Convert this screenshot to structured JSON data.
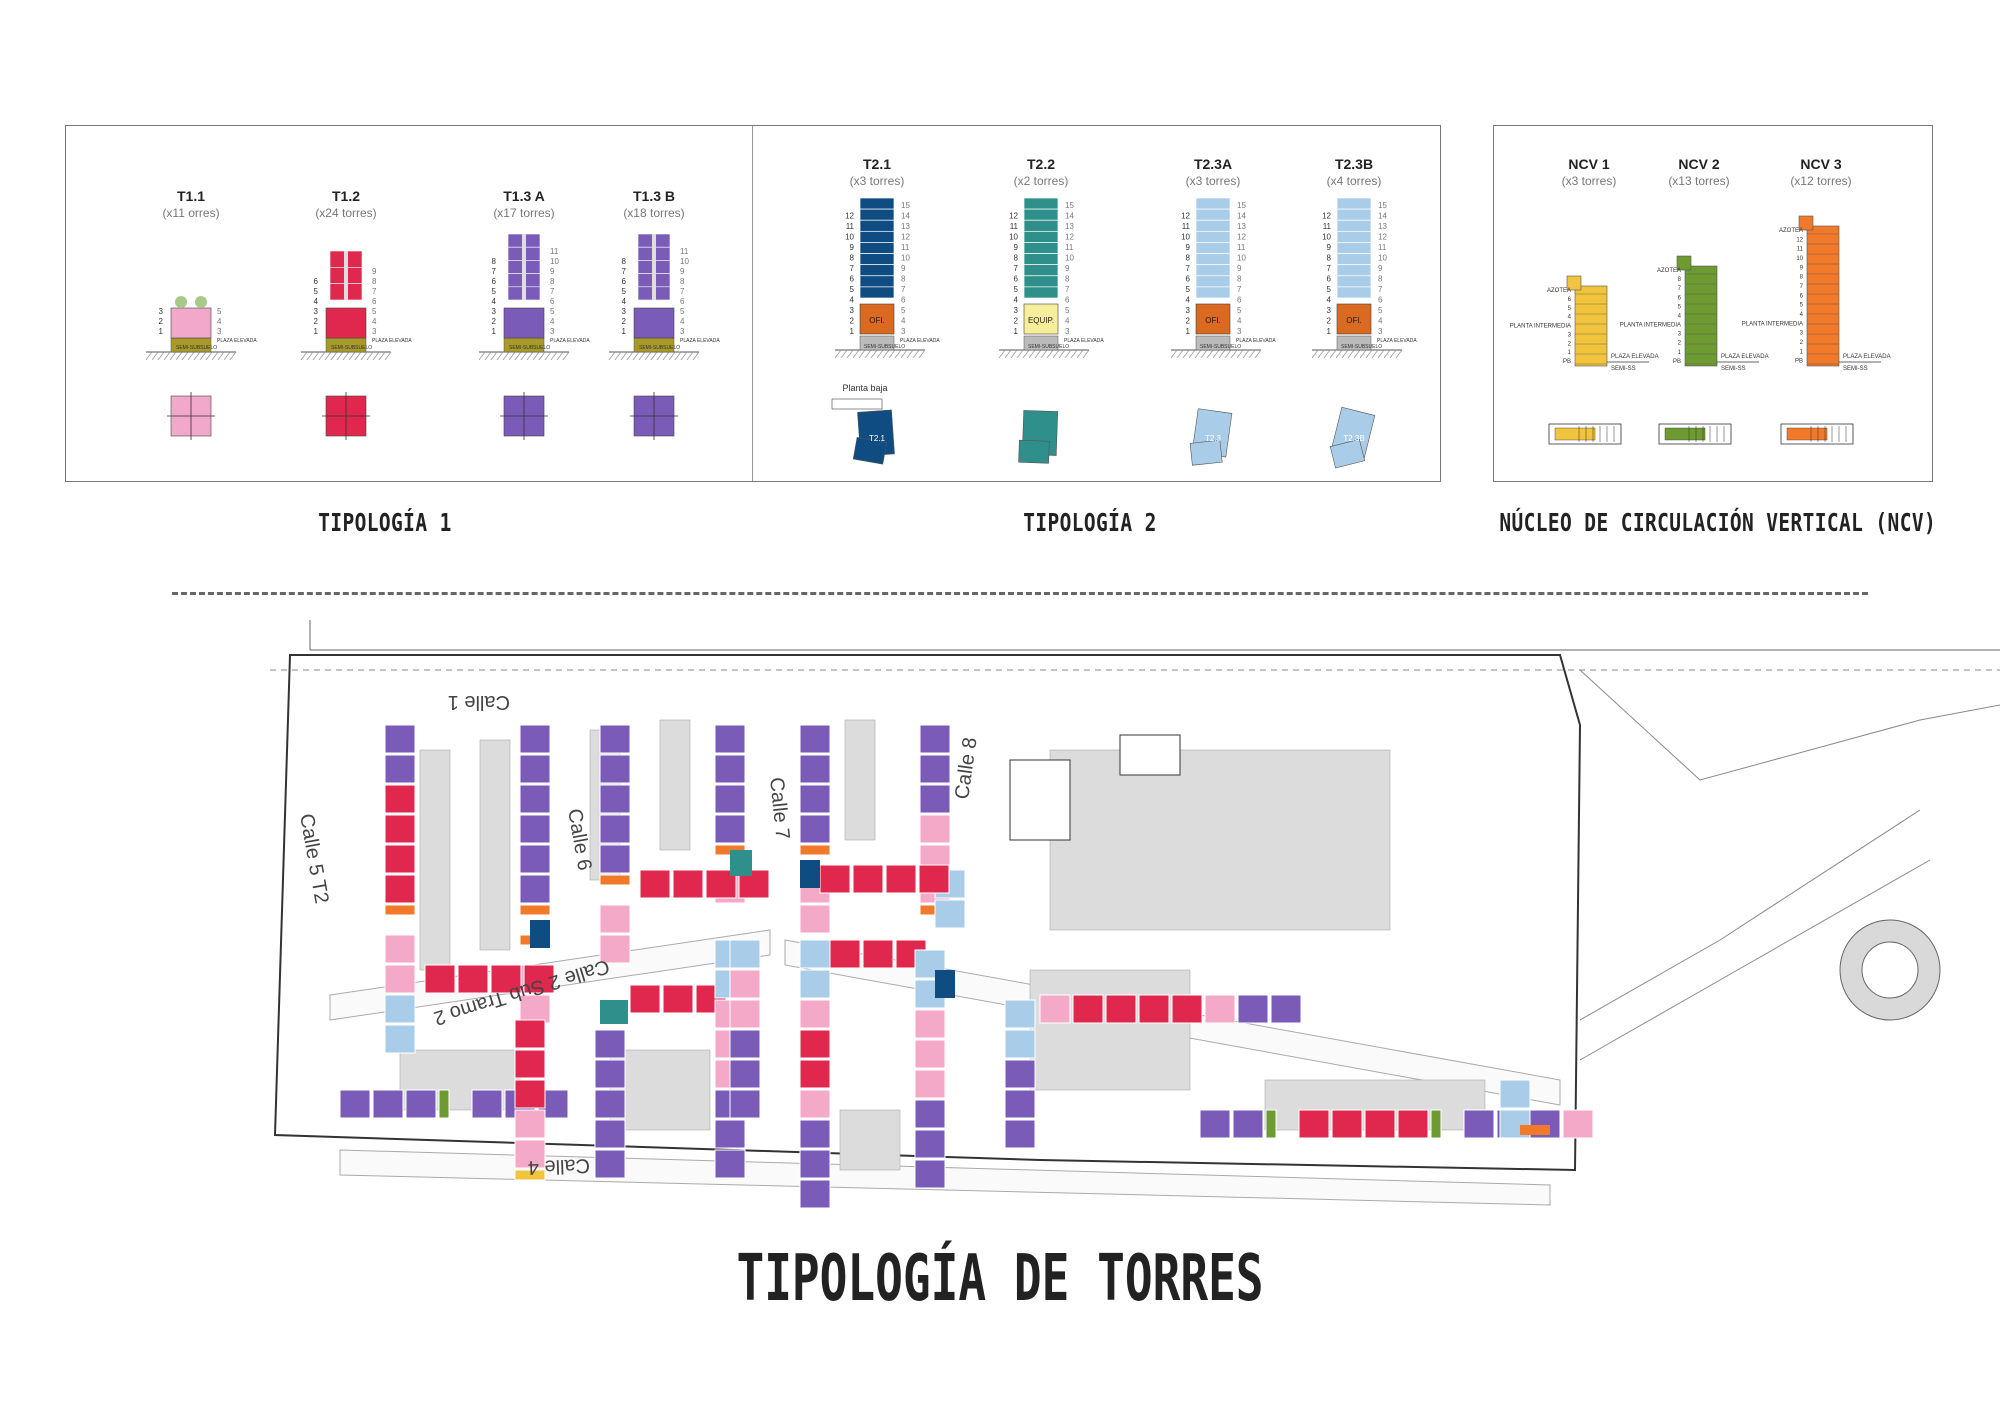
{
  "typologies_1": [
    {
      "name": "T1.1",
      "count": "(x11 orres)",
      "color": "#f2a8c8",
      "floors_left": [
        "3",
        "2",
        "1"
      ],
      "floors_right": [
        "5",
        "4",
        "3"
      ]
    },
    {
      "name": "T1.2",
      "count": "(x24 torres)",
      "color": "#e0284e",
      "floors_left": [
        "6",
        "5",
        "4",
        "3",
        "2",
        "1"
      ],
      "floors_right": [
        "9",
        "8",
        "7",
        "6",
        "5",
        "4",
        "3"
      ]
    },
    {
      "name": "T1.3 A",
      "count": "(x17 torres)",
      "color": "#7a5cb8",
      "floors_left": [
        "8",
        "7",
        "6",
        "5",
        "4",
        "3",
        "2",
        "1"
      ],
      "floors_right": [
        "11",
        "10",
        "9",
        "8",
        "7",
        "6",
        "5",
        "4",
        "3"
      ]
    },
    {
      "name": "T1.3 B",
      "count": "(x18 torres)",
      "color": "#7a5cb8",
      "floors_left": [
        "8",
        "7",
        "6",
        "5",
        "4",
        "3",
        "2",
        "1"
      ],
      "floors_right": [
        "11",
        "10",
        "9",
        "8",
        "7",
        "6",
        "5",
        "4",
        "3"
      ]
    }
  ],
  "typologies_2": [
    {
      "name": "T2.1",
      "count": "(x3 torres)",
      "color": "#0f4c81",
      "base_label": "OFI.",
      "base_color": "#d96a1f",
      "plan_note": "Planta baja",
      "plan_label": "T2.1",
      "floors_left": [
        "12",
        "11",
        "10",
        "9",
        "8",
        "7",
        "6",
        "5",
        "4",
        "3",
        "2",
        "1"
      ],
      "floors_right": [
        "15",
        "14",
        "13",
        "12",
        "11",
        "10",
        "9",
        "8",
        "7",
        "6",
        "5",
        "4",
        "3"
      ]
    },
    {
      "name": "T2.2",
      "count": "(x2 torres)",
      "color": "#2f8f8a",
      "base_label": "EQUIP.",
      "base_color": "#f6ee9a",
      "plan_label": "",
      "floors_left": [
        "12",
        "11",
        "10",
        "9",
        "8",
        "7",
        "6",
        "5",
        "4",
        "3",
        "2",
        "1"
      ],
      "floors_right": [
        "15",
        "14",
        "13",
        "12",
        "11",
        "10",
        "9",
        "8",
        "7",
        "6",
        "5",
        "4",
        "3"
      ]
    },
    {
      "name": "T2.3A",
      "count": "(x3 torres)",
      "color": "#a9cde9",
      "base_label": "OFI.",
      "base_color": "#d96a1f",
      "plan_label": "T2.3",
      "floors_left": [
        "12",
        "11",
        "10",
        "9",
        "8",
        "7",
        "6",
        "5",
        "4",
        "3",
        "2",
        "1"
      ],
      "floors_right": [
        "15",
        "14",
        "13",
        "12",
        "11",
        "10",
        "9",
        "8",
        "7",
        "6",
        "5",
        "4",
        "3"
      ]
    },
    {
      "name": "T2.3B",
      "count": "(x4 torres)",
      "color": "#a9cde9",
      "base_label": "OFI.",
      "base_color": "#d96a1f",
      "plan_label": "T2.3B",
      "floors_left": [
        "12",
        "11",
        "10",
        "9",
        "8",
        "7",
        "6",
        "5",
        "4",
        "3",
        "2",
        "1"
      ],
      "floors_right": [
        "15",
        "14",
        "13",
        "12",
        "11",
        "10",
        "9",
        "8",
        "7",
        "6",
        "5",
        "4",
        "3"
      ]
    }
  ],
  "ground_labels": {
    "plaza": "PLAZA ELEVADA",
    "semi": "SEMI-SUBSUELO"
  },
  "ncv": [
    {
      "name": "NCV 1",
      "count": "(x3 torres)",
      "color": "#f2c33c",
      "levels": [
        "AZOTEA",
        "6",
        "5",
        "4",
        "PLANTA INTERMEDIA",
        "3",
        "2",
        "1",
        "PB"
      ]
    },
    {
      "name": "NCV 2",
      "count": "(x13 torres)",
      "color": "#6e9a32",
      "levels": [
        "AZOTEA",
        "8",
        "7",
        "6",
        "5",
        "4",
        "PLANTA INTERMEDIA",
        "3",
        "2",
        "1",
        "PB"
      ]
    },
    {
      "name": "NCV 3",
      "count": "(x12 torres)",
      "color": "#f07a2a",
      "levels": [
        "AZOTEA",
        "12",
        "11",
        "10",
        "9",
        "8",
        "7",
        "6",
        "5",
        "4",
        "PLANTA INTERMEDIA",
        "3",
        "2",
        "1",
        "PB"
      ]
    }
  ],
  "ncv_right_labels": {
    "plaza": "PLAZA ELEVADA",
    "semi": "SEMI-SS"
  },
  "sections": {
    "t1": "TIPOLOGÍA 1",
    "t2": "TIPOLOGÍA 2",
    "ncv": "NÚCLEO DE CIRCULACIÓN VERTICAL (NCV)"
  },
  "streets": {
    "c1": "Calle 1",
    "c5": "Calle 5 T2",
    "c6": "Calle 6",
    "c7": "Calle 7",
    "c8": "Calle 8",
    "c2": "Calle 2 Sub Tramo 2",
    "c4": "Calle 4"
  },
  "main_title": "TIPOLOGÍA DE TORRES"
}
